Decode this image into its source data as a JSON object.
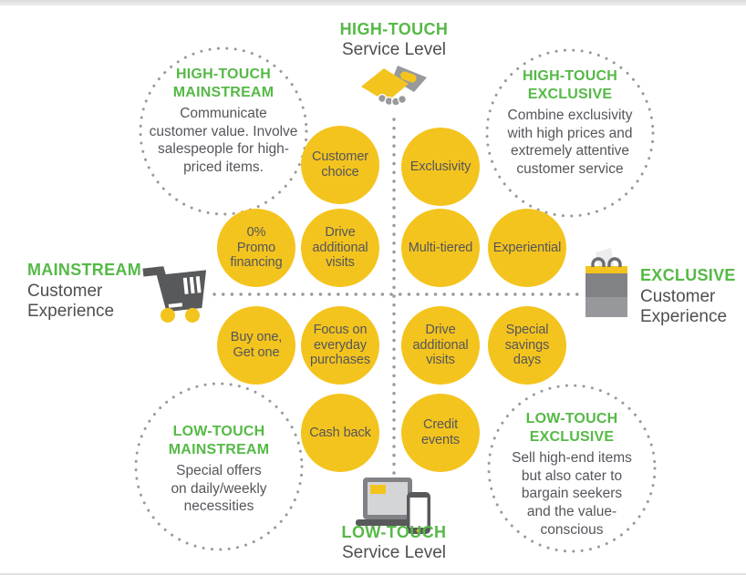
{
  "palette": {
    "yellow": "#F4C41E",
    "green": "#56B947",
    "text_dark": "#55565B",
    "dot_gray": "#98999B",
    "icon_gray": "#58595B"
  },
  "axis_labels": {
    "top": {
      "level": "HIGH-TOUCH",
      "caption": "Service Level"
    },
    "bottom": {
      "level": "LOW-TOUCH",
      "caption": "Service Level"
    },
    "left": {
      "level": "MAINSTREAM",
      "caption": "Customer\nExperience"
    },
    "right": {
      "level": "EXCLUSIVE",
      "caption": "Customer\nExperience"
    }
  },
  "icons": {
    "top": "handshake-icon",
    "left": "shopping-cart-icon",
    "right": "shopping-bag-icon",
    "bottom": "laptop-phone-icon"
  },
  "quadrants": [
    {
      "id": "high-touch-mainstream",
      "title": "HIGH-TOUCH\nMAINSTREAM",
      "description": "Communicate\ncustomer value. Involve\nsalespeople for high-\npriced items."
    },
    {
      "id": "high-touch-exclusive",
      "title": "HIGH-TOUCH\nEXCLUSIVE",
      "description": "Combine exclusivity\nwith high prices and\nextremely attentive\ncustomer service"
    },
    {
      "id": "low-touch-mainstream",
      "title": "LOW-TOUCH\nMAINSTREAM",
      "description": "Special offers\non daily/weekly\nnecessities"
    },
    {
      "id": "low-touch-exclusive",
      "title": "LOW-TOUCH\nEXCLUSIVE",
      "description": "Sell high-end items\nbut also cater to\nbargain seekers\nand the value-\nconscious"
    }
  ],
  "bubbles": [
    {
      "label": "Customer\nchoice",
      "quadrant": "high-touch-mainstream"
    },
    {
      "label": "Exclusivity",
      "quadrant": "high-touch-exclusive"
    },
    {
      "label": "0%\nPromo\nfinancing",
      "quadrant": "high-touch-mainstream"
    },
    {
      "label": "Drive\nadditional\nvisits",
      "quadrant": "high-touch-mainstream"
    },
    {
      "label": "Multi-tiered",
      "quadrant": "high-touch-exclusive"
    },
    {
      "label": "Experiential",
      "quadrant": "high-touch-exclusive"
    },
    {
      "label": "Buy one,\nGet one",
      "quadrant": "low-touch-mainstream"
    },
    {
      "label": "Focus on\neveryday\npurchases",
      "quadrant": "low-touch-mainstream"
    },
    {
      "label": "Drive\nadditional\nvisits",
      "quadrant": "low-touch-exclusive"
    },
    {
      "label": "Special\nsavings\ndays",
      "quadrant": "low-touch-exclusive"
    },
    {
      "label": "Cash back",
      "quadrant": "low-touch-mainstream"
    },
    {
      "label": "Credit\nevents",
      "quadrant": "low-touch-exclusive"
    }
  ]
}
